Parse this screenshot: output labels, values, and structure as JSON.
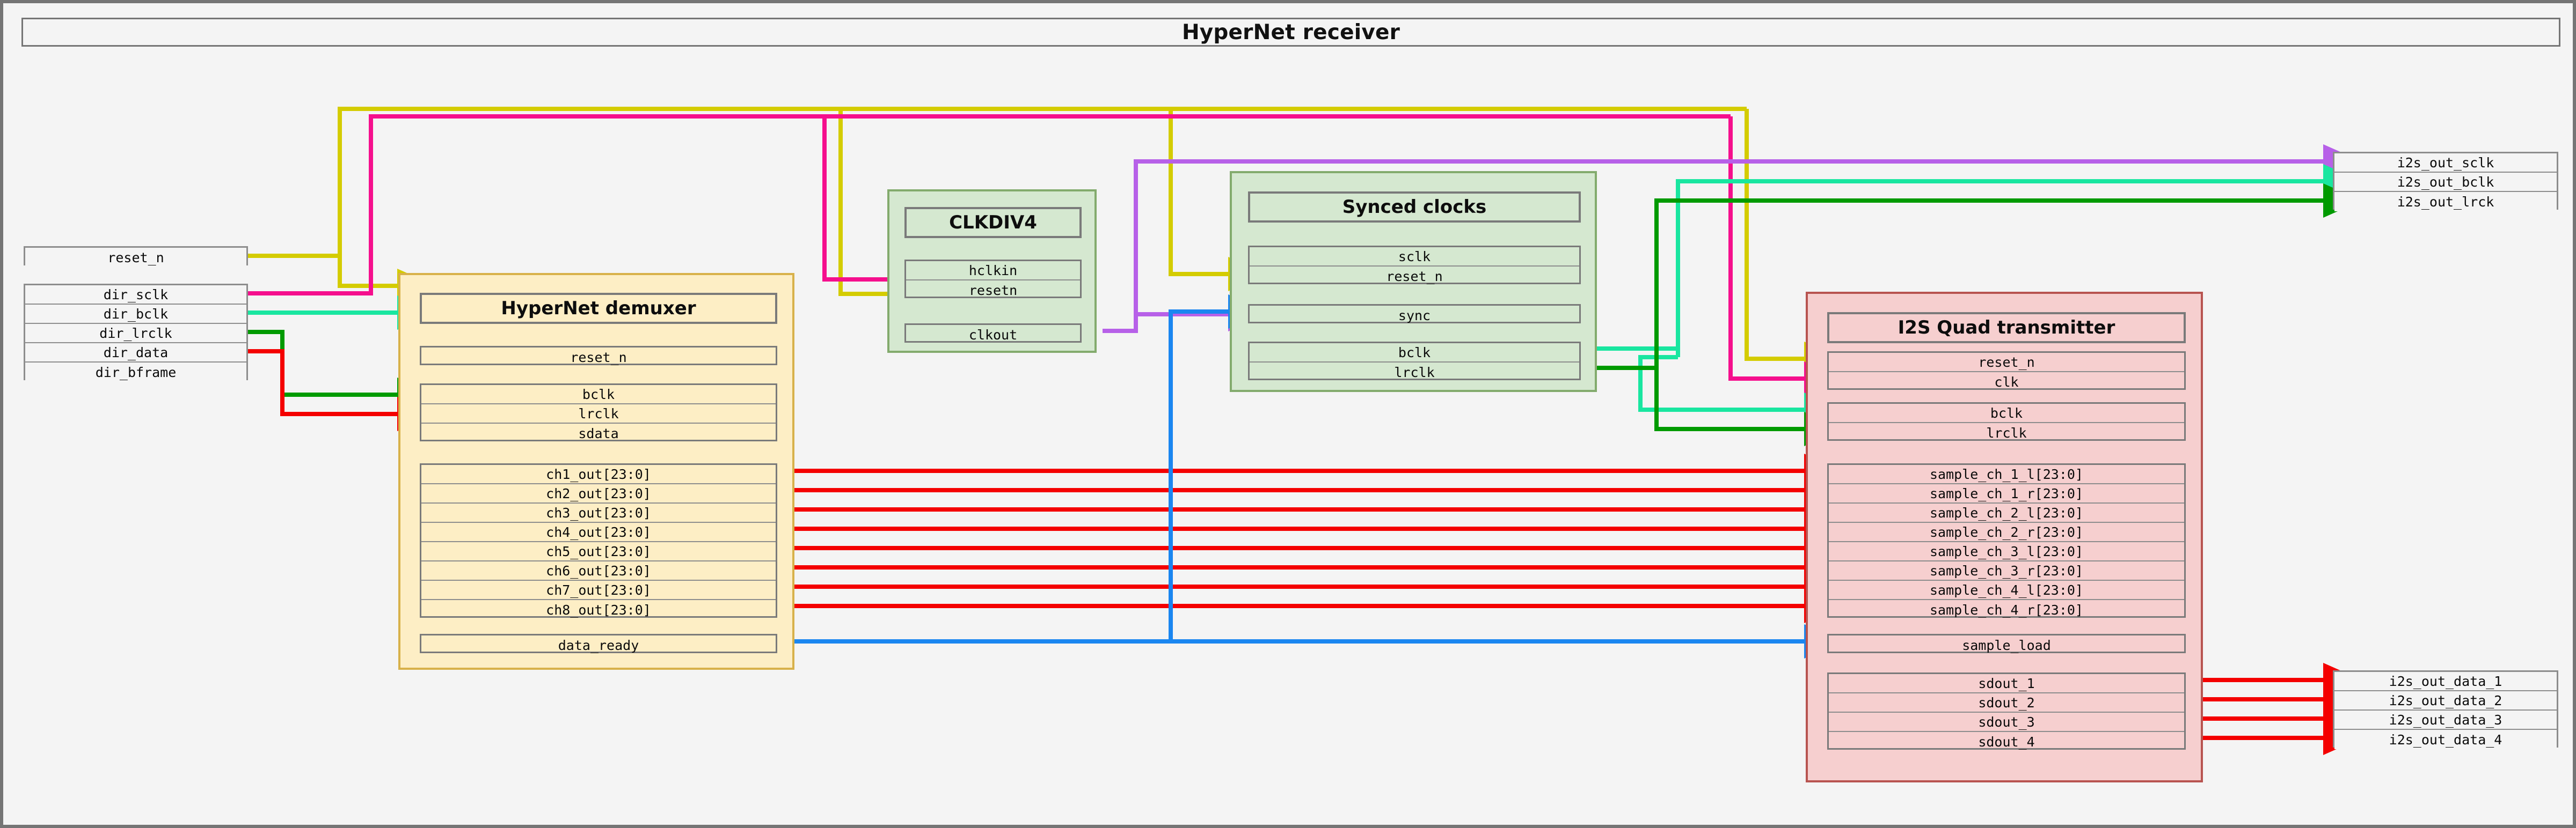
{
  "title": "HyperNet receiver",
  "colors": {
    "canvas_bg": "#f4f4f4",
    "canvas_border": "#757575",
    "demuxer_bg": "#fdeec5",
    "demuxer_border": "#d8b14a",
    "clock_bg": "#d5e8d0",
    "clock_border": "#83ab6d",
    "i2s_bg": "#f6cfcf",
    "i2s_border": "#b85450",
    "port_border": "#7a7a7a",
    "wire_reset": "#d4cc00",
    "wire_sclk": "#f50f8d",
    "wire_bclk": "#19e6a0",
    "wire_lrclk": "#009a00",
    "wire_data": "#f40000",
    "wire_clkout": "#b760e8",
    "wire_ready": "#1a86f0"
  },
  "inputs": {
    "reset": {
      "label": "reset_n"
    },
    "dir": {
      "ports": [
        {
          "label": "dir_sclk"
        },
        {
          "label": "dir_bclk"
        },
        {
          "label": "dir_lrclk"
        },
        {
          "label": "dir_data"
        },
        {
          "label": "dir_bframe"
        }
      ]
    }
  },
  "outputs": {
    "clocks": {
      "ports": [
        {
          "label": "i2s_out_sclk"
        },
        {
          "label": "i2s_out_bclk"
        },
        {
          "label": "i2s_out_lrck"
        }
      ]
    },
    "data": {
      "ports": [
        {
          "label": "i2s_out_data_1"
        },
        {
          "label": "i2s_out_data_2"
        },
        {
          "label": "i2s_out_data_3"
        },
        {
          "label": "i2s_out_data_4"
        }
      ]
    }
  },
  "modules": {
    "demuxer": {
      "title": "HyperNet demuxer",
      "reset_ports": [
        {
          "label": "reset_n"
        }
      ],
      "clock_ports": [
        {
          "label": "bclk"
        },
        {
          "label": "lrclk"
        },
        {
          "label": "sdata"
        }
      ],
      "data_ports": [
        {
          "label": "ch1_out[23:0]"
        },
        {
          "label": "ch2_out[23:0]"
        },
        {
          "label": "ch3_out[23:0]"
        },
        {
          "label": "ch4_out[23:0]"
        },
        {
          "label": "ch5_out[23:0]"
        },
        {
          "label": "ch6_out[23:0]"
        },
        {
          "label": "ch7_out[23:0]"
        },
        {
          "label": "ch8_out[23:0]"
        }
      ],
      "ready_ports": [
        {
          "label": "data_ready"
        }
      ]
    },
    "clkdiv4": {
      "title": "CLKDIV4",
      "in_ports": [
        {
          "label": "hclkin"
        },
        {
          "label": "resetn"
        }
      ],
      "out_ports": [
        {
          "label": "clkout"
        }
      ]
    },
    "synced": {
      "title": "Synced clocks",
      "in_ports": [
        {
          "label": "sclk"
        },
        {
          "label": "reset_n"
        }
      ],
      "sync_ports": [
        {
          "label": "sync"
        }
      ],
      "out_ports": [
        {
          "label": "bclk"
        },
        {
          "label": "lrclk"
        }
      ]
    },
    "i2s": {
      "title": "I2S Quad transmitter",
      "reset_ports": [
        {
          "label": "reset_n"
        },
        {
          "label": "clk"
        }
      ],
      "clock_ports": [
        {
          "label": "bclk"
        },
        {
          "label": "lrclk"
        }
      ],
      "sample_ports": [
        {
          "label": "sample_ch_1_l[23:0]"
        },
        {
          "label": "sample_ch_1_r[23:0]"
        },
        {
          "label": "sample_ch_2_l[23:0]"
        },
        {
          "label": "sample_ch_2_r[23:0]"
        },
        {
          "label": "sample_ch_3_l[23:0]"
        },
        {
          "label": "sample_ch_3_r[23:0]"
        },
        {
          "label": "sample_ch_4_l[23:0]"
        },
        {
          "label": "sample_ch_4_r[23:0]"
        }
      ],
      "load_ports": [
        {
          "label": "sample_load"
        }
      ],
      "sdout_ports": [
        {
          "label": "sdout_1"
        },
        {
          "label": "sdout_2"
        },
        {
          "label": "sdout_3"
        },
        {
          "label": "sdout_4"
        }
      ]
    }
  }
}
